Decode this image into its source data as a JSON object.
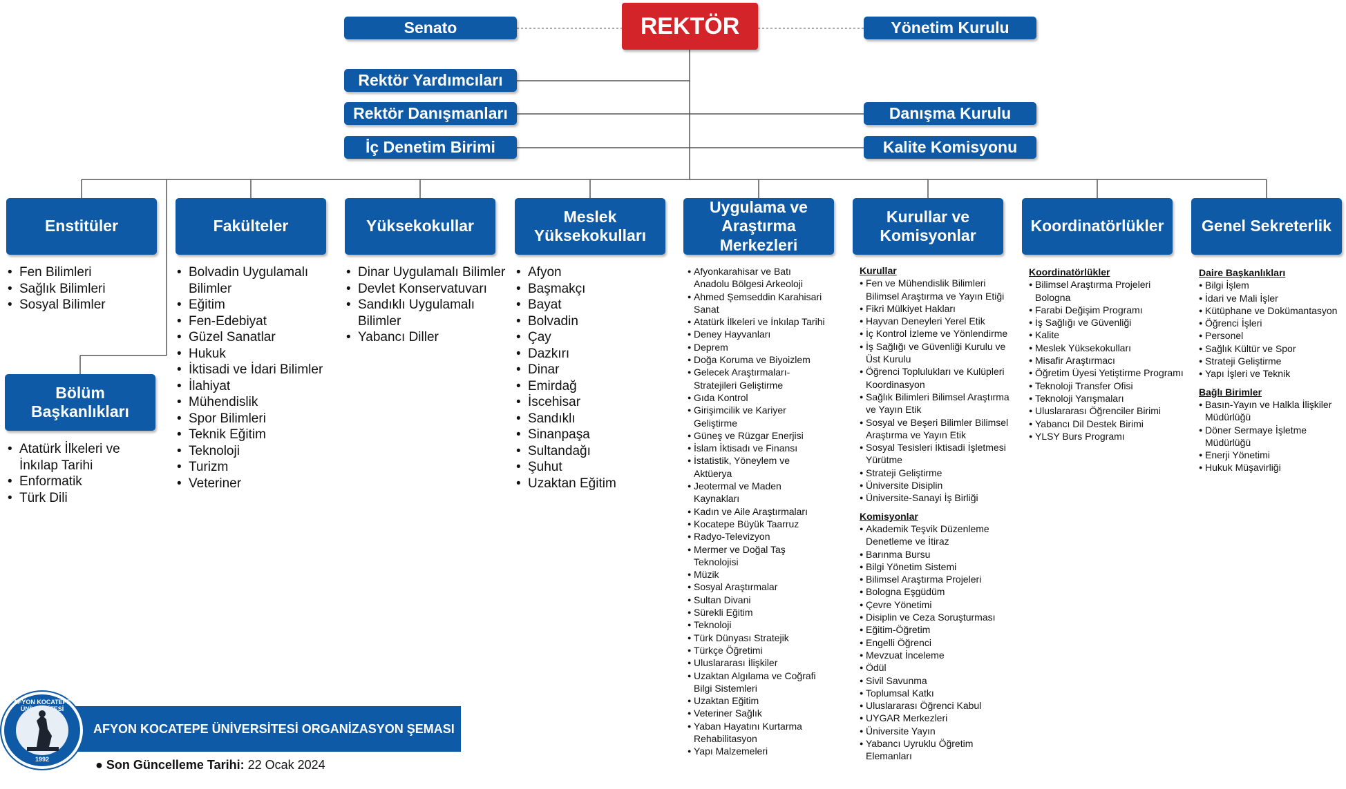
{
  "top": {
    "rektor": "REKTÖR",
    "senato": "Senato",
    "yonetim_kurulu": "Yönetim Kurulu",
    "rektor_yardimcilari": "Rektör Yardımcıları",
    "rektor_danismanlari": "Rektör Danışmanları",
    "ic_denetim": "İç Denetim Birimi",
    "danisma_kurulu": "Danışma Kurulu",
    "kalite_komisyonu": "Kalite Komisyonu"
  },
  "units": [
    "Enstitüler",
    "Fakülteler",
    "Yüksekokullar",
    "Meslek Yüksekokulları",
    "Uygulama ve Araştırma Merkezleri",
    "Kurullar ve Komisyonlar",
    "Koordinatörlükler",
    "Genel Sekreterlik"
  ],
  "bolum_baskanliklari": "Bölüm Başkanlıkları",
  "lists": {
    "enstituler": [
      "Fen Bilimleri",
      "Sağlık Bilimleri",
      "Sosyal Bilimler"
    ],
    "bolum": [
      "Atatürk İlkeleri ve İnkılap Tarihi",
      "Enformatik",
      "Türk Dili"
    ],
    "fakulteler": [
      "Bolvadin Uygulamalı Bilimler",
      "Eğitim",
      "Fen-Edebiyat",
      "Güzel Sanatlar",
      "Hukuk",
      "İktisadi ve İdari Bilimler",
      "İlahiyat",
      "Mühendislik",
      "Spor Bilimleri",
      "Teknik Eğitim",
      "Teknoloji",
      "Turizm",
      "Veteriner"
    ],
    "yuksekokullar": [
      "Dinar Uygulamalı Bilimler",
      "Devlet Konservatuvarı",
      "Sandıklı Uygulamalı Bilimler",
      "Yabancı Diller"
    ],
    "myo": [
      "Afyon",
      "Başmakçı",
      "Bayat",
      "Bolvadin",
      "Çay",
      "Dazkırı",
      "Dinar",
      "Emirdağ",
      "İscehisar",
      "Sandıklı",
      "Sinanpaşa",
      "Sultandağı",
      "Şuhut",
      "Uzaktan Eğitim"
    ],
    "merkezler": [
      "Afyonkarahisar ve Batı Anadolu Bölgesi Arkeoloji",
      "Ahmed Şemseddin Karahisari Sanat",
      "Atatürk İlkeleri ve İnkılap Tarihi",
      "Deney Hayvanları",
      "Deprem",
      "Doğa Koruma ve Biyoizlem",
      "Gelecek Araştırmaları-Stratejileri Geliştirme",
      "Gıda Kontrol",
      "Girişimcilik ve Kariyer Geliştirme",
      "Güneş ve Rüzgar Enerjisi",
      "İslam İktisadı ve Finansı",
      "İstatistik, Yöneylem ve Aktüerya",
      "Jeotermal ve Maden Kaynakları",
      "Kadın ve Aile Araştırmaları",
      "Kocatepe Büyük Taarruz",
      "Radyo-Televizyon",
      "Mermer ve Doğal Taş Teknolojisi",
      "Müzik",
      "Sosyal Araştırmalar",
      "Sultan Divani",
      "Sürekli Eğitim",
      "Teknoloji",
      "Türk Dünyası Stratejik",
      "Türkçe Öğretimi",
      "Uluslararası İlişkiler",
      "Uzaktan Algılama ve Coğrafi Bilgi Sistemleri",
      "Uzaktan Eğitim",
      "Veteriner Sağlık",
      "Yaban Hayatını Kurtarma Rehabilitasyon",
      "Yapı Malzemeleri"
    ],
    "kurullar_title": "Kurullar",
    "kurullar": [
      "Fen ve Mühendislik Bilimleri Bilimsel Araştırma ve Yayın Etiği",
      "Fikri Mülkiyet Hakları",
      "Hayvan Deneyleri Yerel Etik",
      "İç Kontrol İzleme ve Yönlendirme",
      "İş Sağlığı ve Güvenliği Kurulu ve Üst Kurulu",
      "Öğrenci Toplulukları ve Kulüpleri Koordinasyon",
      "Sağlık Bilimleri Bilimsel Araştırma ve Yayın Etik",
      "Sosyal ve Beşeri Bilimler Bilimsel Araştırma ve Yayın Etik",
      "Sosyal Tesisleri İktisadi İşletmesi Yürütme",
      "Strateji Geliştirme",
      "Üniversite Disiplin",
      "Üniversite-Sanayi İş Birliği"
    ],
    "komisyonlar_title": "Komisyonlar",
    "komisyonlar": [
      "Akademik Teşvik Düzenleme Denetleme ve İtiraz",
      "Barınma Bursu",
      "Bilgi Yönetim Sistemi",
      "Bilimsel Araştırma Projeleri",
      "Bologna Eşgüdüm",
      "Çevre Yönetimi",
      "Disiplin ve Ceza Soruşturması",
      "Eğitim-Öğretim",
      "Engelli Öğrenci",
      "Mevzuat İnceleme",
      "Ödül",
      "Sivil Savunma",
      "Toplumsal Katkı",
      "Uluslararası Öğrenci Kabul",
      "UYGAR Merkezleri",
      "Üniversite Yayın",
      "Yabancı Uyruklu Öğretim Elemanları"
    ],
    "koordinatorlukler_title": "Koordinatörlükler",
    "koordinatorlukler": [
      "Bilimsel Araştırma Projeleri Bologna",
      "Farabi Değişim Programı",
      "İş Sağlığı ve Güvenliği",
      "Kalite",
      "Meslek Yüksekokulları",
      "Misafir Araştırmacı",
      "Öğretim Üyesi Yetiştirme Programı",
      "Teknoloji Transfer Ofisi",
      "Teknoloji Yarışmaları",
      "Uluslararası Öğrenciler Birimi",
      "Yabancı Dil Destek Birimi",
      "YLSY Burs Programı"
    ],
    "daire_title": "Daire Başkanlıkları",
    "daire": [
      "Bilgi İşlem",
      "İdari ve Mali İşler",
      "Kütüphane ve Dokümantasyon",
      "Öğrenci İşleri",
      "Personel",
      "Sağlık Kültür ve Spor",
      "Strateji Geliştirme",
      "Yapı İşleri ve Teknik"
    ],
    "bagli_title": "Bağlı Birimler",
    "bagli": [
      "Basın-Yayın ve Halkla İlişkiler Müdürlüğü",
      "Döner Sermaye İşletme Müdürlüğü",
      "Enerji Yönetimi",
      "Hukuk Müşavirliği"
    ]
  },
  "footer": {
    "banner": "AFYON KOCATEPE ÜNİVERSİTESİ ORGANİZASYON ŞEMASI",
    "update_label": "Son Güncelleme Tarihi:",
    "update_date": "22 Ocak 2024",
    "logo_text_top": "AFYON KOCATEPE ÜNİVERSİTESİ",
    "logo_year": "1992"
  },
  "colors": {
    "box_blue": "#0e5aa7",
    "rektor_red": "#d3242a"
  }
}
